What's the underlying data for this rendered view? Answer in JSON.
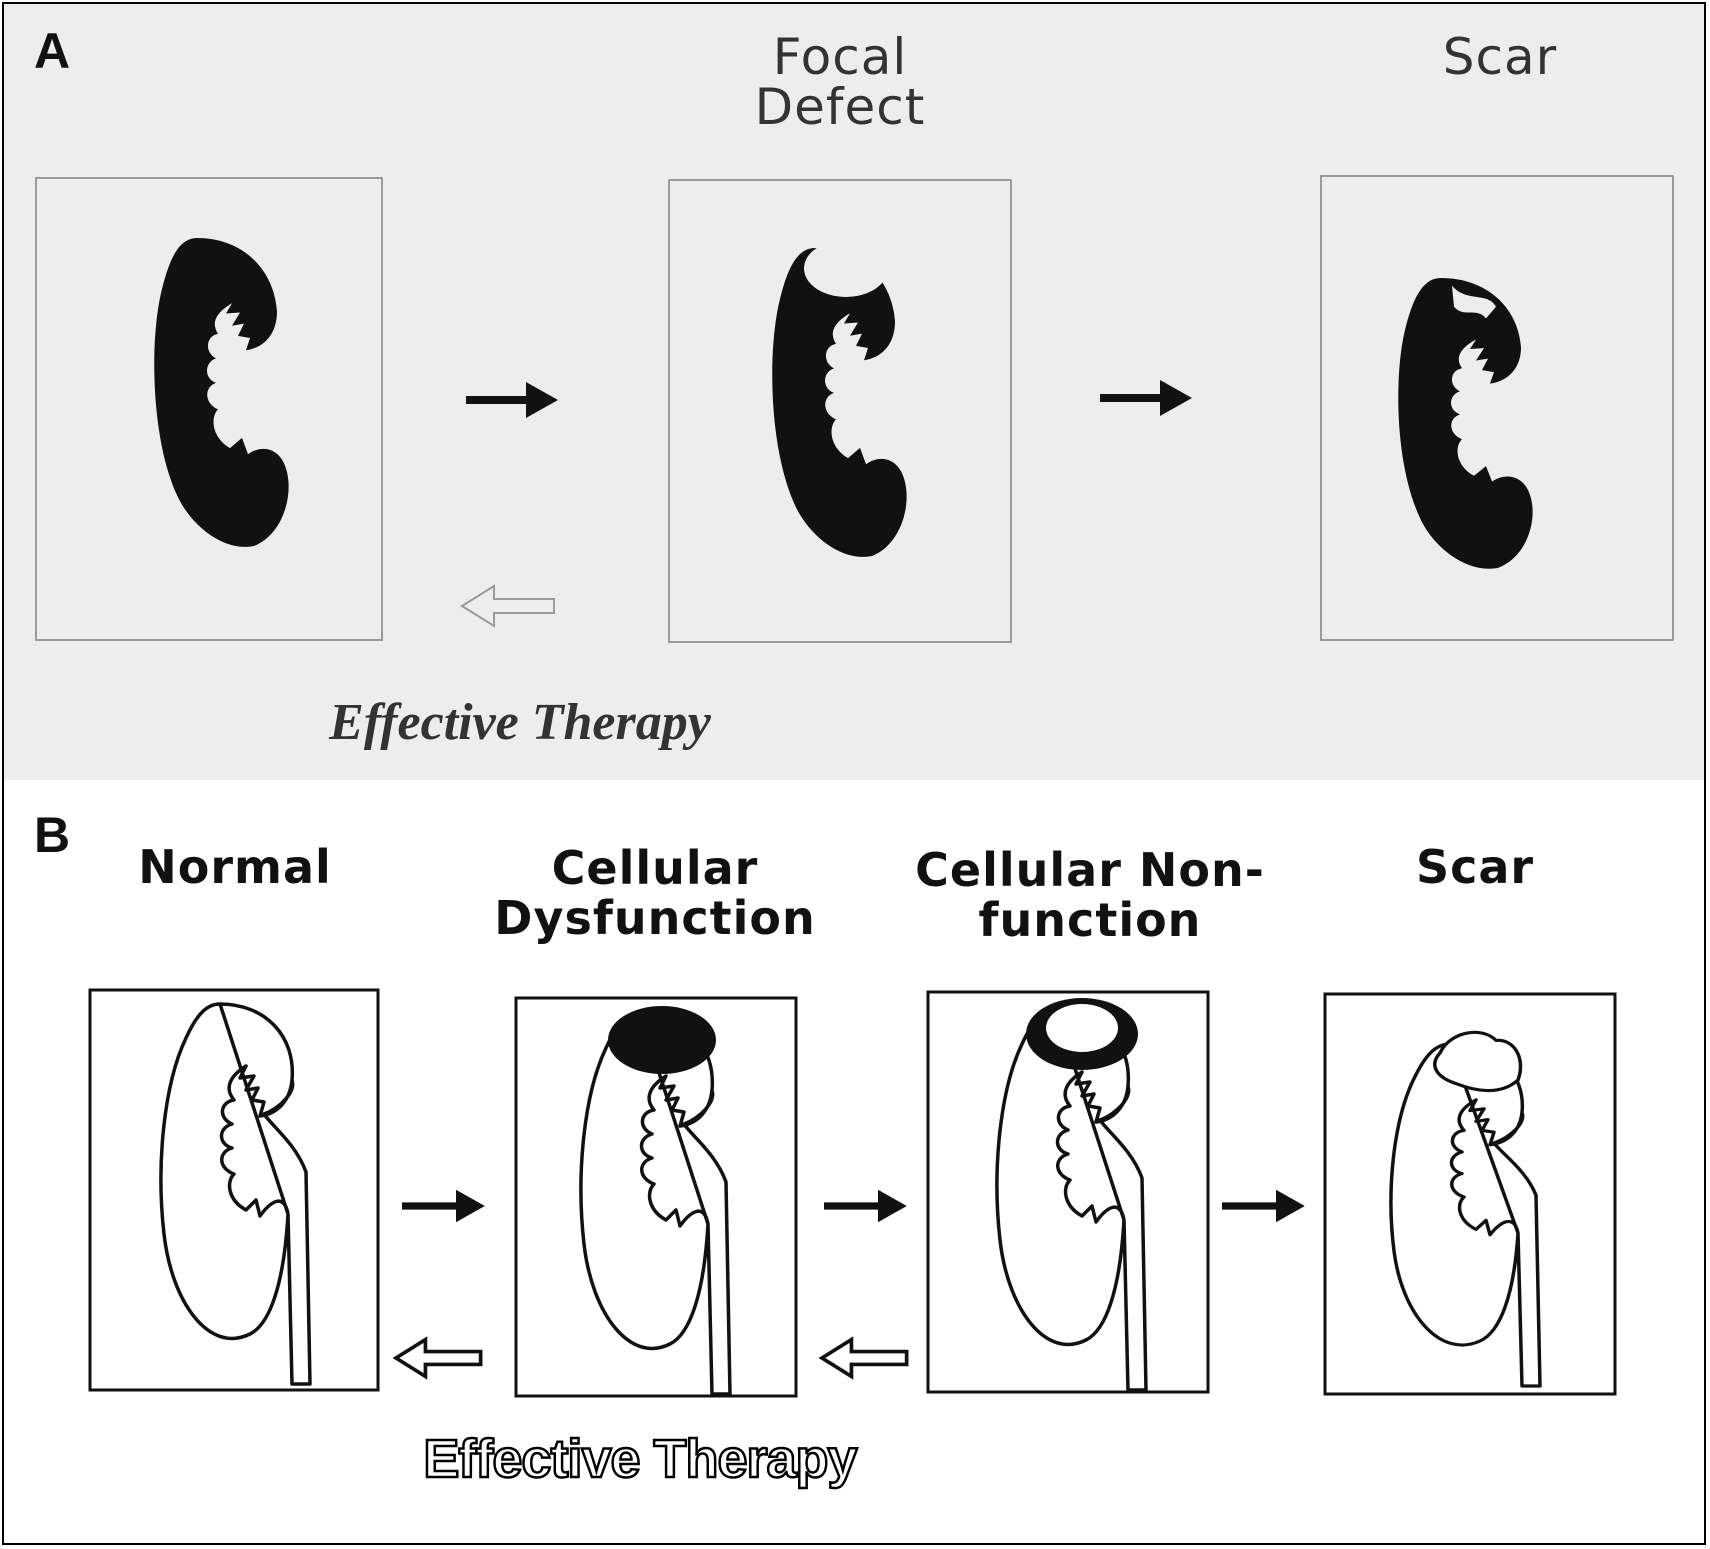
{
  "panel_a": {
    "letter": "A",
    "stages": [
      "",
      "Focal Defect",
      "Scar"
    ],
    "therapy": "Effective Therapy"
  },
  "panel_b": {
    "letter": "B",
    "stages": [
      "Normal",
      "Cellular Dysfunction",
      "Cellular Non-function",
      "Scar"
    ],
    "therapy": "Effective Therapy"
  },
  "colors": {
    "ink": "#111111",
    "panel_a_background": "#ededed",
    "panel_a_box": "#9a9a9a"
  }
}
